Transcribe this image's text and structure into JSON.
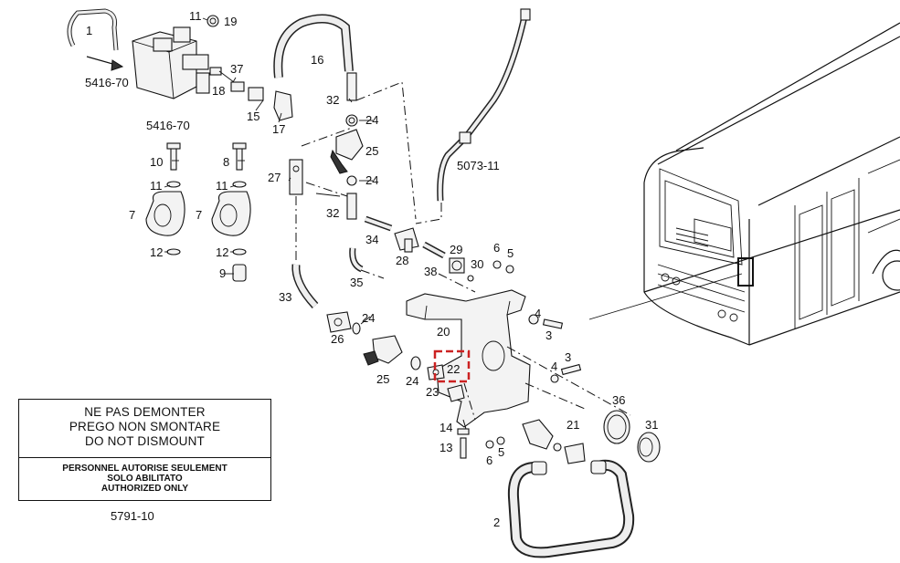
{
  "callouts": {
    "c1": "1",
    "c2": "2",
    "c3a": "3",
    "c3b": "3",
    "c4a": "4",
    "c4b": "4",
    "c5a": "5",
    "c5b": "5",
    "c6a": "6",
    "c6b": "6",
    "c7a": "7",
    "c7b": "7",
    "c8": "8",
    "c9": "9",
    "c10": "10",
    "c11a": "11",
    "c11b": "11",
    "c11c": "11",
    "c12a": "12",
    "c12b": "12",
    "c13": "13",
    "c14": "14",
    "c15": "15",
    "c16": "16",
    "c17": "17",
    "c18": "18",
    "c19": "19",
    "c20": "20",
    "c21": "21",
    "c22": "22",
    "c23": "23",
    "c24a": "24",
    "c24b": "24",
    "c24c": "24",
    "c25a": "25",
    "c25b": "25",
    "c26": "26",
    "c27": "27",
    "c28": "28",
    "c29": "29",
    "c30": "30",
    "c31": "31",
    "c32a": "32",
    "c32b": "32",
    "c33": "33",
    "c34": "34",
    "c35": "35",
    "c36": "36",
    "c37": "37",
    "c38": "38",
    "ref5416a": "5416-70",
    "ref5416b": "5416-70",
    "ref5073": "5073-11"
  },
  "warning_label": {
    "line1": "NE PAS DEMONTER",
    "line2": "PREGO NON SMONTARE",
    "line3": "DO NOT DISMOUNT",
    "line4": "PERSONNEL AUTORISE SEULEMENT",
    "line5": "SOLO ABILITATO",
    "line6": "AUTHORIZED ONLY"
  },
  "label_ref": "5791-10",
  "colors": {
    "highlight": "#cc2222",
    "ink": "#111111"
  }
}
